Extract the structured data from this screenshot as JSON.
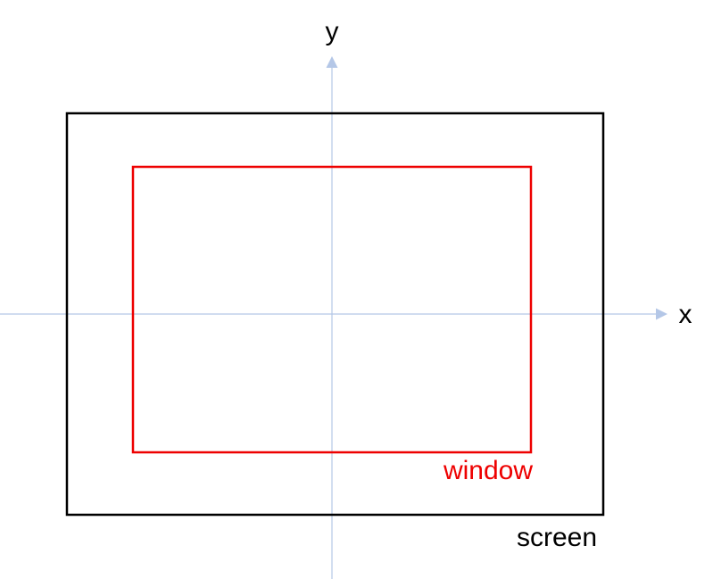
{
  "labels": {
    "y_axis": "y",
    "x_axis": "x",
    "window": "window",
    "screen": "screen"
  },
  "colors": {
    "axis": "#b4c7e7",
    "screen": "#000000",
    "window": "#ee0000",
    "text": "#000000"
  }
}
